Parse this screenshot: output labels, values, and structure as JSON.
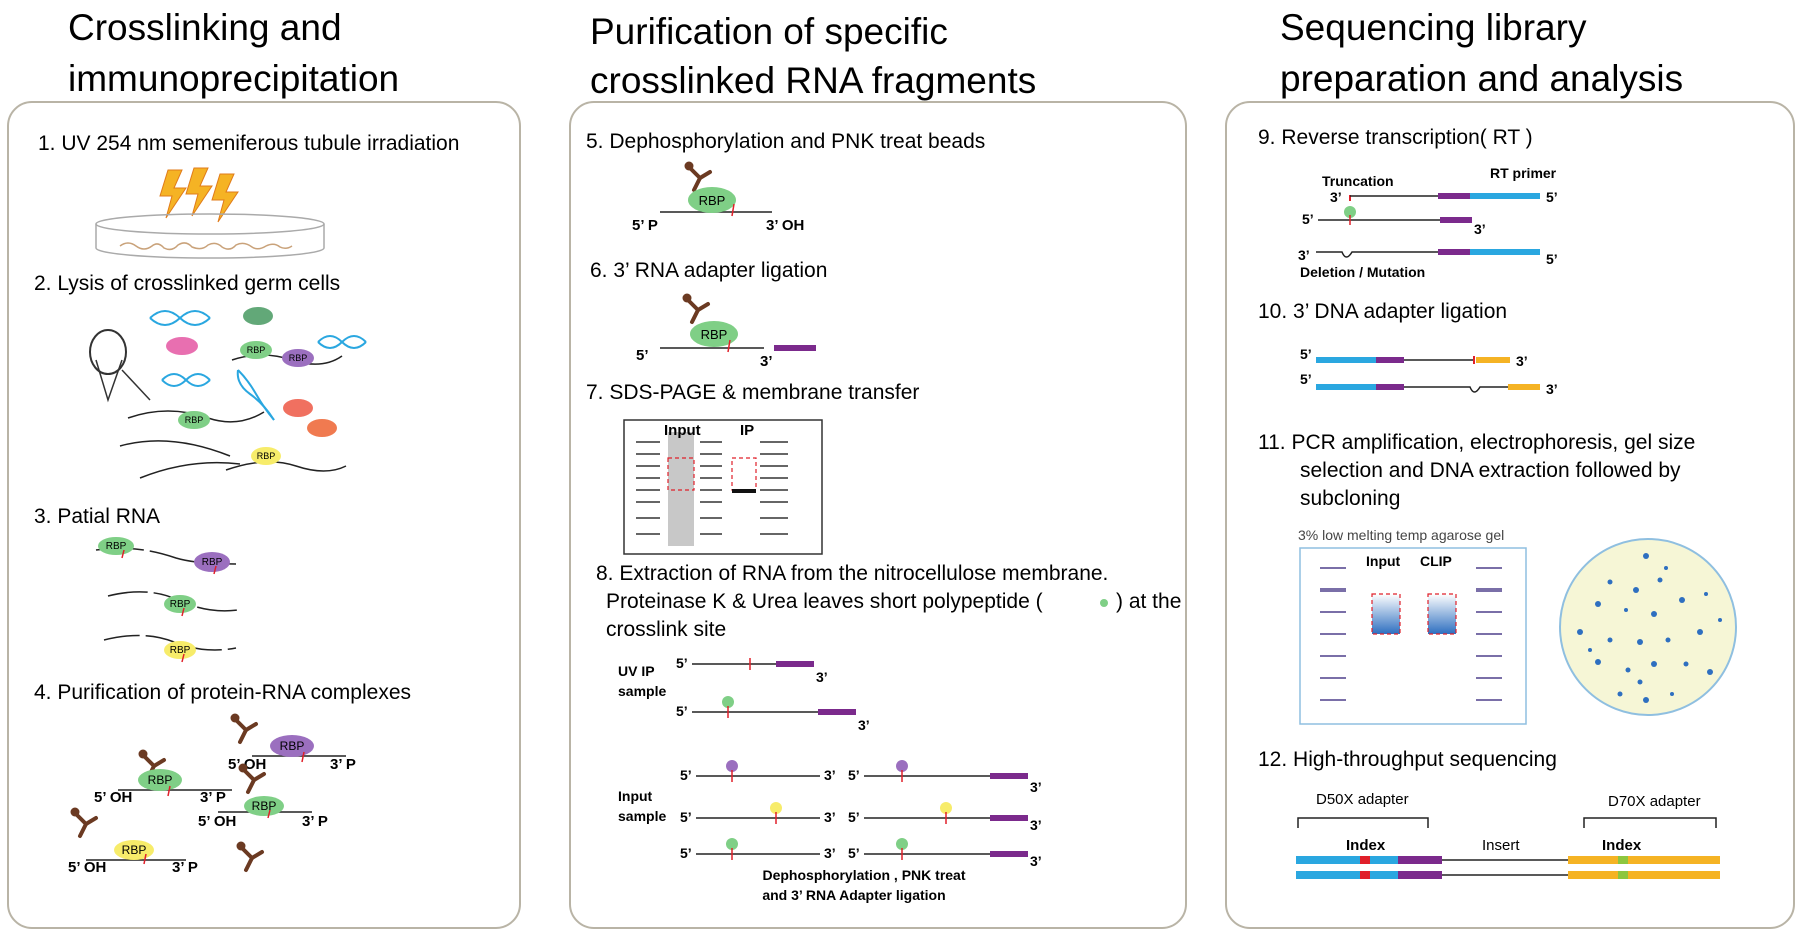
{
  "columns": [
    {
      "title_line1": "Crosslinking and",
      "title_line2": "immunoprecipitation"
    },
    {
      "title_line1": "Purification of specific",
      "title_line2": "crosslinked RNA fragments"
    },
    {
      "title_line1": "Sequencing library",
      "title_line2": "preparation and analysis"
    }
  ],
  "steps": {
    "s1": "1. UV 254 nm semeniferous tubule irradiation",
    "s2": "2. Lysis of crosslinked germ cells",
    "s3": "3. Patial RNA",
    "s4": "4. Purification of protein-RNA complexes",
    "s5": "5. Dephosphorylation and PNK treat beads",
    "s6": "6. 3’  RNA adapter ligation",
    "s7": "7. SDS-PAGE & membrane transfer",
    "s8_l1": "8. Extraction of RNA from the nitrocellulose membrane.",
    "s8_l2a": "Proteinase K & Urea leaves short polypeptide (",
    "s8_l2b": ") at the",
    "s8_l3": "crosslink site",
    "s9": "9. Reverse transcription( RT )",
    "s10": "10. 3’ DNA adapter ligation",
    "s11_l1": "11. PCR amplification, electrophoresis, gel size",
    "s11_l2": "selection and DNA extraction followed by",
    "s11_l3": "subcloning",
    "s12": "12. High-throughput sequencing"
  },
  "labels": {
    "rbp": "RBP",
    "five_p": "5’ P",
    "three_oh": "3’ OH",
    "five_oh": "5’ OH",
    "three_p": "3’ P",
    "five": "5’",
    "three": "3’",
    "input": "Input",
    "ip": "IP",
    "uv_ip_l1": "UV IP",
    "uv_ip_l2": "sample",
    "input_l1": "Input",
    "input_l2": "sample",
    "deph_l1": "Dephosphorylation , PNK treat",
    "deph_l2": "and 3’ RNA Adapter ligation",
    "truncation": "Truncation",
    "rt_primer": "RT primer",
    "deletion": "Deletion / Mutation",
    "gel_title": "3% low melting temp agarose gel",
    "clip": "CLIP",
    "d50x": "D50X adapter",
    "d70x": "D70X adapter",
    "index": "Index",
    "insert": "Insert"
  },
  "colors": {
    "panel_border": "#b9b4a6",
    "rbp_green": "#7fcf86",
    "rbp_purple": "#9b6fbf",
    "rbp_yellow": "#f7ec6a",
    "adapter_purple": "#7b2a8c",
    "primer_blue": "#2aa7e0",
    "adapter_orange": "#f5b324",
    "crosslink_red": "#e0202a",
    "dna_blue": "#2aa7e0",
    "protein_brown": "#6b3a22"
  }
}
